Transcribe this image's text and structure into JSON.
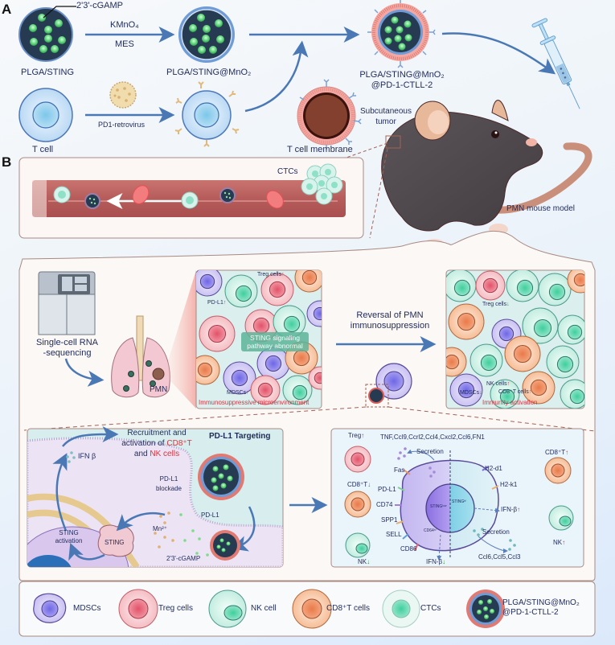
{
  "panel_labels": {
    "a": "A",
    "b": "B"
  },
  "panel_a": {
    "cgamp_label": "2'3'-cGAMP",
    "step1_reagent1": "KMnO₄",
    "step1_reagent2": "MES",
    "plga_sting": "PLGA/STING",
    "plga_sting_mno2": "PLGA/STING@MnO₂",
    "final_np_line1": "PLGA/STING@MnO₂",
    "final_np_line2": "@PD-1-CTLL-2",
    "t_cell": "T cell",
    "retrovirus": "PD1-retrovirus",
    "t_cell_membrane": "T cell membrane",
    "subcutaneous_line1": "Subcutaneous",
    "subcutaneous_line2": "tumor",
    "mouse_model": "PMN mouse model"
  },
  "panel_b": {
    "vessel": {
      "ctcs": "CTCs"
    },
    "sequencing_line1": "Single-cell RNA",
    "sequencing_line2": "-sequencing",
    "pmn": "PMN",
    "immunosuppressive": {
      "treg": "Treg cells",
      "pdl1": "PD-L1",
      "mdscs": "MDSCs",
      "sting_line1": "STING signaling",
      "sting_line2": "pathway abnormal",
      "caption": "Immunosuppressive microenvironment",
      "up_arrow": "↑"
    },
    "reversal_line1": "Reversal of PMN",
    "reversal_line2": "immunosuppression",
    "activation": {
      "treg": "Treg cells",
      "nk": "NK cells",
      "cd8": "CD8⁺T cells",
      "mdscs": "MDSCs",
      "caption": "Immunity activation",
      "up_arrow": "↑",
      "down_arrow": "↓"
    },
    "targeting": {
      "title": "PD-L1 Targeting",
      "recruit_line1": "Recruitment and",
      "recruit_line2a": "activation of ",
      "recruit_line2b": "CD8⁺T",
      "recruit_line3a": "and ",
      "recruit_line3b": "NK cells",
      "ifn": "IFN β",
      "blockade_line1": "PD-L1",
      "blockade_line2": "blockade",
      "pdl1": "PD-L1",
      "mn": "Mn²⁺",
      "sting": "STING",
      "sting_activation_line1": "STING",
      "sting_activation_line2": "activation",
      "cgamp": "2'3'-cGAMP"
    },
    "mechanism": {
      "treg": "Treg",
      "cytokines_top": "TNF,Ccl9,Ccrl2,Ccl4,Cxcl2,Ccl6,FN1",
      "secretion_top": "Secretion",
      "fas": "Fas",
      "cd8_down": "CD8⁺T",
      "pdl1": "PD-L1",
      "cd74": "CD74",
      "spp1": "SPP1",
      "sell": "SELL",
      "cd86": "CD86",
      "nk_down": "NK",
      "sting_low": "STINGˡᵒʷ",
      "sting_hi": "STINGʰⁱ",
      "cd64": "CD64ʰⁱ",
      "ifn_down": "IFN-β",
      "h2d1": "H2-d1",
      "h2k1": "H2-k1",
      "ifn_up": "IFN-β",
      "secretion_bottom": "Secretion",
      "cytokines_bottom": "Ccl6,Ccl5,Ccl3",
      "cd8_up": "CD8⁺T",
      "nk_up": "NK",
      "up_arrow": "↑",
      "down_arrow": "↓"
    }
  },
  "legend": {
    "items": [
      {
        "label": "MDSCs",
        "icon": "mdsc-cell-icon"
      },
      {
        "label": "Treg cells",
        "icon": "treg-cell-icon"
      },
      {
        "label": "NK cell",
        "icon": "nk-cell-icon"
      },
      {
        "label": "CD8⁺T cells",
        "icon": "cd8-t-cell-icon"
      },
      {
        "label": "CTCs",
        "icon": "ctc-cell-icon"
      },
      {
        "label": "PLGA/STING@MnO₂",
        "label2": "@PD-1-CTLL-2",
        "icon": "nanoparticle-icon"
      }
    ]
  },
  "colors": {
    "text_navy": "#1f2a5a",
    "up_red": "#d9333f",
    "down_green": "#2a9a3a",
    "arrow_blue": "#4a78b5",
    "np_core": "#263a52",
    "np_dot": "#5fd37a",
    "mdsc": "#9b8fe0",
    "treg": "#f0a2ac",
    "nk": "#a9e3d2",
    "cd8": "#f2a57a",
    "vessel": "#b9605f"
  }
}
